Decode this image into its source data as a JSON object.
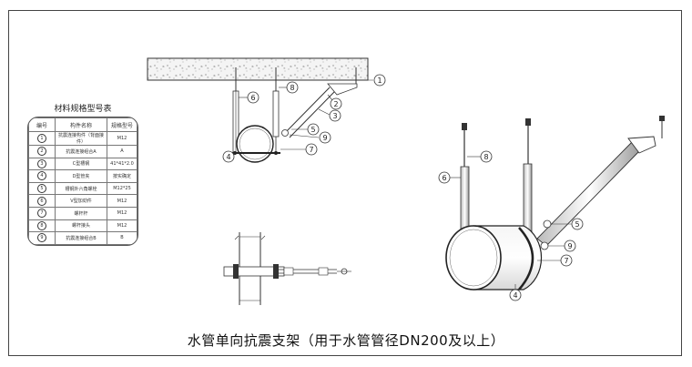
{
  "legend": {
    "title": "材料规格型号表",
    "headers": [
      "编号",
      "构件名称",
      "规格型号"
    ],
    "rows": [
      {
        "num": "1",
        "name": "抗震连接构件（背面接件）",
        "spec": "M12"
      },
      {
        "num": "2",
        "name": "抗震连接组合A",
        "spec": "A"
      },
      {
        "num": "3",
        "name": "C型槽钢",
        "spec": "41*41*2.0"
      },
      {
        "num": "4",
        "name": "D型管夹",
        "spec": "按实确定"
      },
      {
        "num": "5",
        "name": "槽钢外六角螺栓",
        "spec": "M12*25"
      },
      {
        "num": "6",
        "name": "V型加劲件",
        "spec": "M12"
      },
      {
        "num": "7",
        "name": "螺杆杆",
        "spec": "M12"
      },
      {
        "num": "8",
        "name": "螺杆接头",
        "spec": "M12"
      },
      {
        "num": "9",
        "name": "抗震连接组合B",
        "spec": "B"
      }
    ]
  },
  "caption": "水管单向抗震支架（用于水管管径DN200及以上）",
  "callouts": [
    "1",
    "2",
    "3",
    "4",
    "5",
    "6",
    "7",
    "8",
    "9"
  ]
}
